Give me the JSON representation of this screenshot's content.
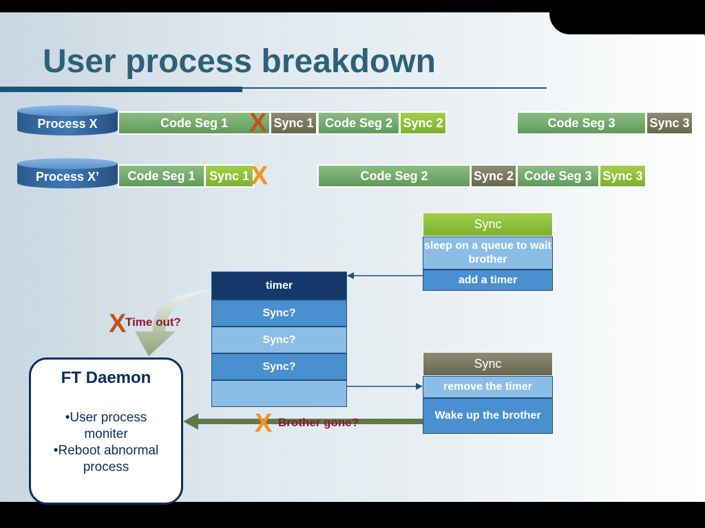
{
  "title": "User process breakdown",
  "process_x": {
    "label": "Process X",
    "segments": [
      "Code Seg 1",
      "Sync 1",
      "Code Seg 2",
      "Sync 2",
      "Code Seg 3",
      "Sync 3"
    ]
  },
  "process_x_prime": {
    "label": "Process X’",
    "segments": [
      "Code Seg 1",
      "Sync 1",
      "Code Seg 2",
      "Sync 2",
      "Code Seg 3",
      "Sync 3"
    ]
  },
  "timer_stack": {
    "header": "timer",
    "rows": [
      "Sync?",
      "Sync?",
      "Sync?",
      ""
    ]
  },
  "sync_top": {
    "header": "Sync",
    "rows": [
      "sleep on a queue to wait brother",
      "add a timer"
    ]
  },
  "sync_bottom": {
    "header": "Sync",
    "rows": [
      "remove the timer",
      "Wake up the brother"
    ]
  },
  "daemon": {
    "title": "FT Daemon",
    "items": [
      "User process moniter",
      "Reboot abnormal process"
    ]
  },
  "notes": {
    "timeout": "Time out?",
    "brother_gone": "Brother gone?"
  },
  "marks": {
    "fail": "X"
  },
  "colors": {
    "title": "#2d6178",
    "code_seg": "#6fa86a",
    "sync_dark": "#7a7a60",
    "sync_light": "#8fc23c",
    "navy": "#14386a",
    "blue": "#4a8fcf",
    "note": "#8b1a2c",
    "x_mark": "#f5921e"
  }
}
